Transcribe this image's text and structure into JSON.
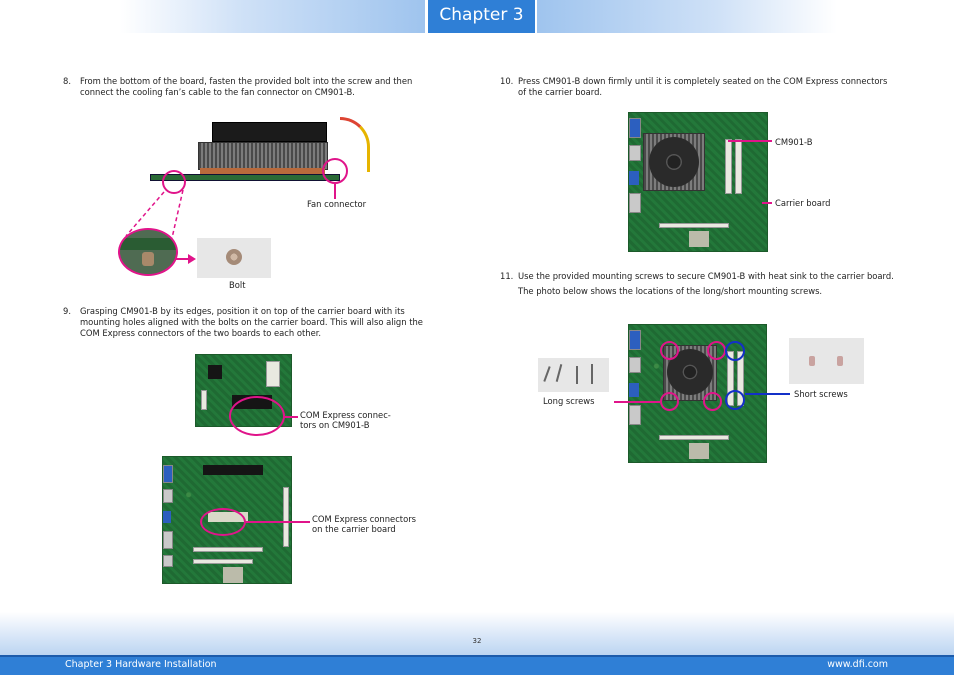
{
  "header": {
    "chapter": "Chapter 3"
  },
  "steps": {
    "s8": {
      "num": "8.",
      "text": "From the bottom of the board, fasten the provided bolt into the screw and then connect the cooling fan’s cable to the fan connector on CM901-B."
    },
    "s9": {
      "num": "9.",
      "text": "Grasping CM901-B by its edges, position it on top of the carrier board with its mounting holes aligned with the bolts on the carrier board. This will also align the COM Express connectors of the two boards to each other."
    },
    "s10": {
      "num": "10.",
      "text": "Press CM901-B down firmly until it is completely seated on the COM Express connectors of the carrier board."
    },
    "s11": {
      "num": "11.",
      "line1": "Use the provided mounting screws to secure CM901-B with heat sink to the carrier board.",
      "line2": "The photo below shows the locations of the long/short mounting screws."
    }
  },
  "labels": {
    "fan_connector": "Fan connector",
    "bolt": "Bolt",
    "com_express_cm901": "COM Express connec-tors on CM901-B",
    "com_express_carrier_1": "COM Express connectors",
    "com_express_carrier_2": "on the carrier board",
    "cm901b": "CM901-B",
    "carrier_board": "Carrier board",
    "long_screws": "Long screws",
    "short_screws": "Short screws"
  },
  "footer": {
    "page_number": "32",
    "section": "Chapter 3 Hardware Installation",
    "website": "www.dfi.com"
  },
  "colors": {
    "accent": "#2f7fd6",
    "highlight": "#e0148a",
    "marker_blue": "#1330c8"
  }
}
